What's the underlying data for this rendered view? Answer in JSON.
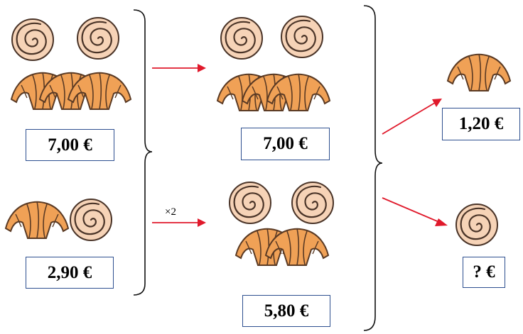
{
  "colors": {
    "arrow": "#e0192b",
    "box_border": "#2d4f8f",
    "croissant": "#f0a156",
    "roll": "#f6d3b7"
  },
  "icons": [
    "cinnamon-roll-icon",
    "croissant-icon"
  ],
  "groups": [
    {
      "name": "left-top",
      "price": "7,00 €",
      "rolls": 2,
      "croissants": 3
    },
    {
      "name": "left-bottom",
      "price": "2,90 €",
      "rolls": 1,
      "croissants": 1
    },
    {
      "name": "middle-top",
      "price": "7,00 €",
      "rolls": 2,
      "croissants": 3
    },
    {
      "name": "middle-bottom",
      "price": "5,80 €",
      "rolls": 2,
      "croissants": 2
    },
    {
      "name": "right-top",
      "price": "1,20 €",
      "rolls": 0,
      "croissants": 1
    },
    {
      "name": "right-bottom",
      "price": "? €",
      "rolls": 1,
      "croissants": 0
    }
  ],
  "multiplier_label": "×2"
}
